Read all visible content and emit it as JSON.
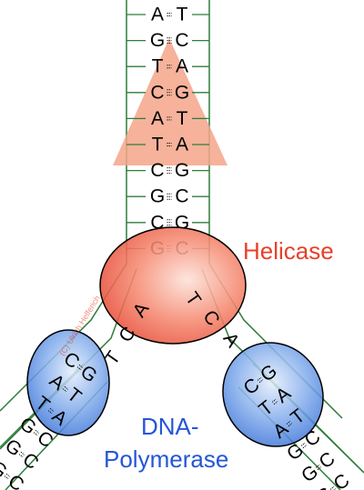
{
  "labels": {
    "helicase": "Helicase",
    "polymerase_line1": "DNA-",
    "polymerase_line2": "Polymerase",
    "watermark": "(C) Ulrich Helferich"
  },
  "colors": {
    "backbone": "#2e7d3a",
    "helicase_label": "#e8402a",
    "polymerase_label": "#2456d6",
    "direction_arrow": "#f5a58a"
  },
  "strand": {
    "pairs": [
      {
        "left": "A",
        "right": "T",
        "bond": "double"
      },
      {
        "left": "G",
        "right": "C",
        "bond": "triple"
      },
      {
        "left": "T",
        "right": "A",
        "bond": "double"
      },
      {
        "left": "C",
        "right": "G",
        "bond": "triple"
      },
      {
        "left": "A",
        "right": "T",
        "bond": "double"
      },
      {
        "left": "T",
        "right": "A",
        "bond": "double"
      },
      {
        "left": "C",
        "right": "G",
        "bond": "triple"
      },
      {
        "left": "G",
        "right": "C",
        "bond": "triple"
      },
      {
        "left": "C",
        "right": "G",
        "bond": "triple"
      },
      {
        "left": "G",
        "right": "C",
        "bond": "triple"
      }
    ]
  },
  "fork": {
    "left_arm_bases": [
      "A",
      "C",
      "T"
    ],
    "right_arm_bases": [
      "T",
      "C",
      "A"
    ]
  },
  "left_polymerase_pairs": [
    {
      "left": "C",
      "right": "G"
    },
    {
      "left": "A",
      "right": "T"
    },
    {
      "left": "T",
      "right": "A"
    },
    {
      "left": "G",
      "right": "C"
    },
    {
      "left": "G",
      "right": "C"
    },
    {
      "left": "G",
      "right": "C"
    }
  ],
  "right_polymerase_pairs": [
    {
      "left": "C",
      "right": "G"
    },
    {
      "left": "T",
      "right": "A"
    },
    {
      "left": "A",
      "right": "T"
    },
    {
      "left": "G",
      "right": "C"
    },
    {
      "left": "G",
      "right": "C"
    },
    {
      "left": "G",
      "right": "C"
    }
  ]
}
